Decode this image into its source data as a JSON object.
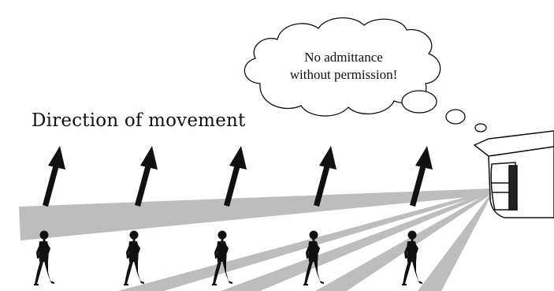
{
  "caption": "Direction of movement",
  "speech_bubble": {
    "lines": [
      "No admittance",
      "without permission!"
    ]
  },
  "colors": {
    "beam": "#bdbdbd",
    "ink": "#111111",
    "device_fill": "#ffffff",
    "background": "#ffffff"
  },
  "icons": {
    "figures": "walking-person-icon",
    "arrows": "direction-arrow-icon",
    "sensor": "pir-motion-sensor-icon"
  },
  "figure_count": 5
}
